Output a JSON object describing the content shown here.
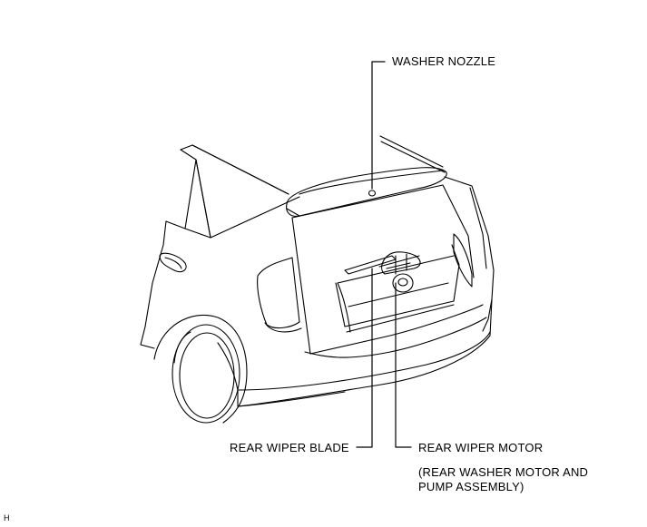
{
  "labels": {
    "washer_nozzle": "WASHER NOZZLE",
    "rear_wiper_blade": "REAR WIPER BLADE",
    "rear_wiper_motor": "REAR WIPER MOTOR",
    "rear_wiper_motor_note_line1": "(REAR WASHER MOTOR AND",
    "rear_wiper_motor_note_line2": "PUMP ASSEMBLY)"
  },
  "figure_id": "H",
  "colors": {
    "line": "#000000",
    "background": "#ffffff"
  }
}
